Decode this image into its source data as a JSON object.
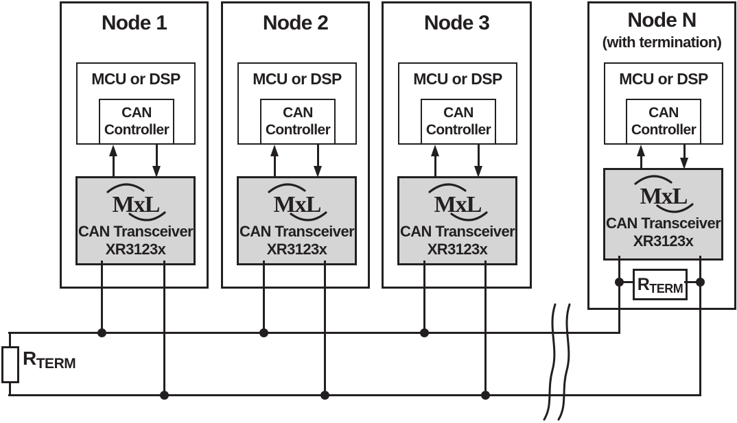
{
  "colors": {
    "line": "#231f20",
    "transceiver_fill": "#d5d5d5",
    "background": "#ffffff"
  },
  "nodes": [
    {
      "title": "Node 1",
      "mcu_label": "MCU or DSP",
      "controller_line1": "CAN",
      "controller_line2": "Controller",
      "logo": "MxL",
      "transceiver_name": "CAN Transceiver",
      "transceiver_part": "XR3123x"
    },
    {
      "title": "Node 2",
      "mcu_label": "MCU or DSP",
      "controller_line1": "CAN",
      "controller_line2": "Controller",
      "logo": "MxL",
      "transceiver_name": "CAN Transceiver",
      "transceiver_part": "XR3123x"
    },
    {
      "title": "Node 3",
      "mcu_label": "MCU or DSP",
      "controller_line1": "CAN",
      "controller_line2": "Controller",
      "logo": "MxL",
      "transceiver_name": "CAN Transceiver",
      "transceiver_part": "XR3123x"
    },
    {
      "title": "Node N",
      "subtitle": "(with termination)",
      "mcu_label": "MCU or DSP",
      "controller_line1": "CAN",
      "controller_line2": "Controller",
      "logo": "MxL",
      "transceiver_name": "CAN Transceiver",
      "transceiver_part": "XR3123x",
      "termination": {
        "label_main": "R",
        "label_sub": "TERM"
      }
    }
  ],
  "bus": {
    "left_termination": {
      "label_main": "R",
      "label_sub": "TERM"
    }
  }
}
